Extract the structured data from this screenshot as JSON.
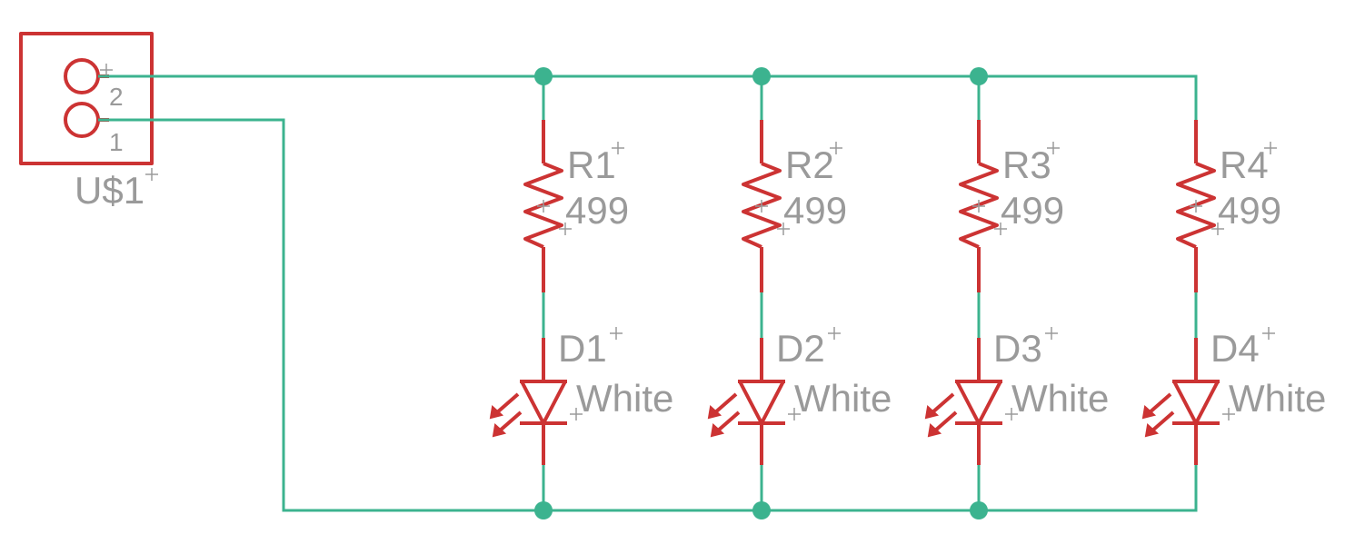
{
  "connector": {
    "name": "U$1",
    "pins": [
      "2",
      "1"
    ]
  },
  "resistors": [
    {
      "name": "R1",
      "value": "499"
    },
    {
      "name": "R2",
      "value": "499"
    },
    {
      "name": "R3",
      "value": "499"
    },
    {
      "name": "R4",
      "value": "499"
    }
  ],
  "leds": [
    {
      "name": "D1",
      "value": "White"
    },
    {
      "name": "D2",
      "value": "White"
    },
    {
      "name": "D3",
      "value": "White"
    },
    {
      "name": "D4",
      "value": "White"
    }
  ],
  "colors": {
    "wire": "#3cb38f",
    "symbol": "#cc3333",
    "label": "#9a9a9a",
    "background": "#ffffff"
  }
}
